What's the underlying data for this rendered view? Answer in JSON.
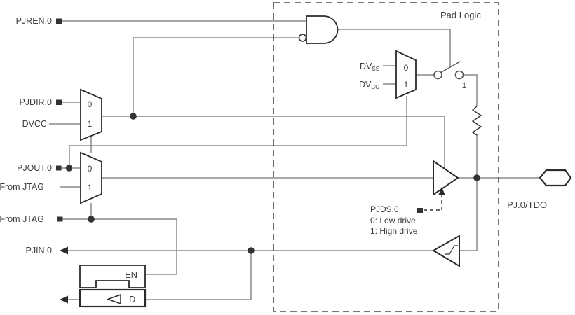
{
  "region": {
    "title": "Pad Logic"
  },
  "pad": {
    "name": "PJ.0/TDO"
  },
  "signals": {
    "pjren": "PJREN.0",
    "pjdir": "PJDIR.0",
    "dvcc_rail": "DVCC",
    "pjout": "PJOUT.0",
    "from_jtag_output": "From JTAG",
    "from_jtag_enable": "From JTAG",
    "pjin": "PJIN.0"
  },
  "rails": {
    "dvss_base": "DV",
    "dvss_sub": "SS",
    "dvcc_base": "DV",
    "dvcc_sub": "CC"
  },
  "muxes": {
    "direction": {
      "input0": "0",
      "input1": "1"
    },
    "output": {
      "input0": "0",
      "input1": "1"
    },
    "pull": {
      "input0": "0",
      "input1": "1"
    }
  },
  "switch": {
    "position_label": "1"
  },
  "drive": {
    "label": "PJDS.0",
    "option0": "0: Low drive",
    "option1": "1: High drive"
  },
  "latches": {
    "enable": "EN",
    "data": "D"
  },
  "colors": {
    "wire": "#8a8a8a",
    "component": "#2b2b2b",
    "text": "#3d3d3d",
    "dashed_boundary": "#4a4a4a",
    "background": "#ffffff"
  }
}
